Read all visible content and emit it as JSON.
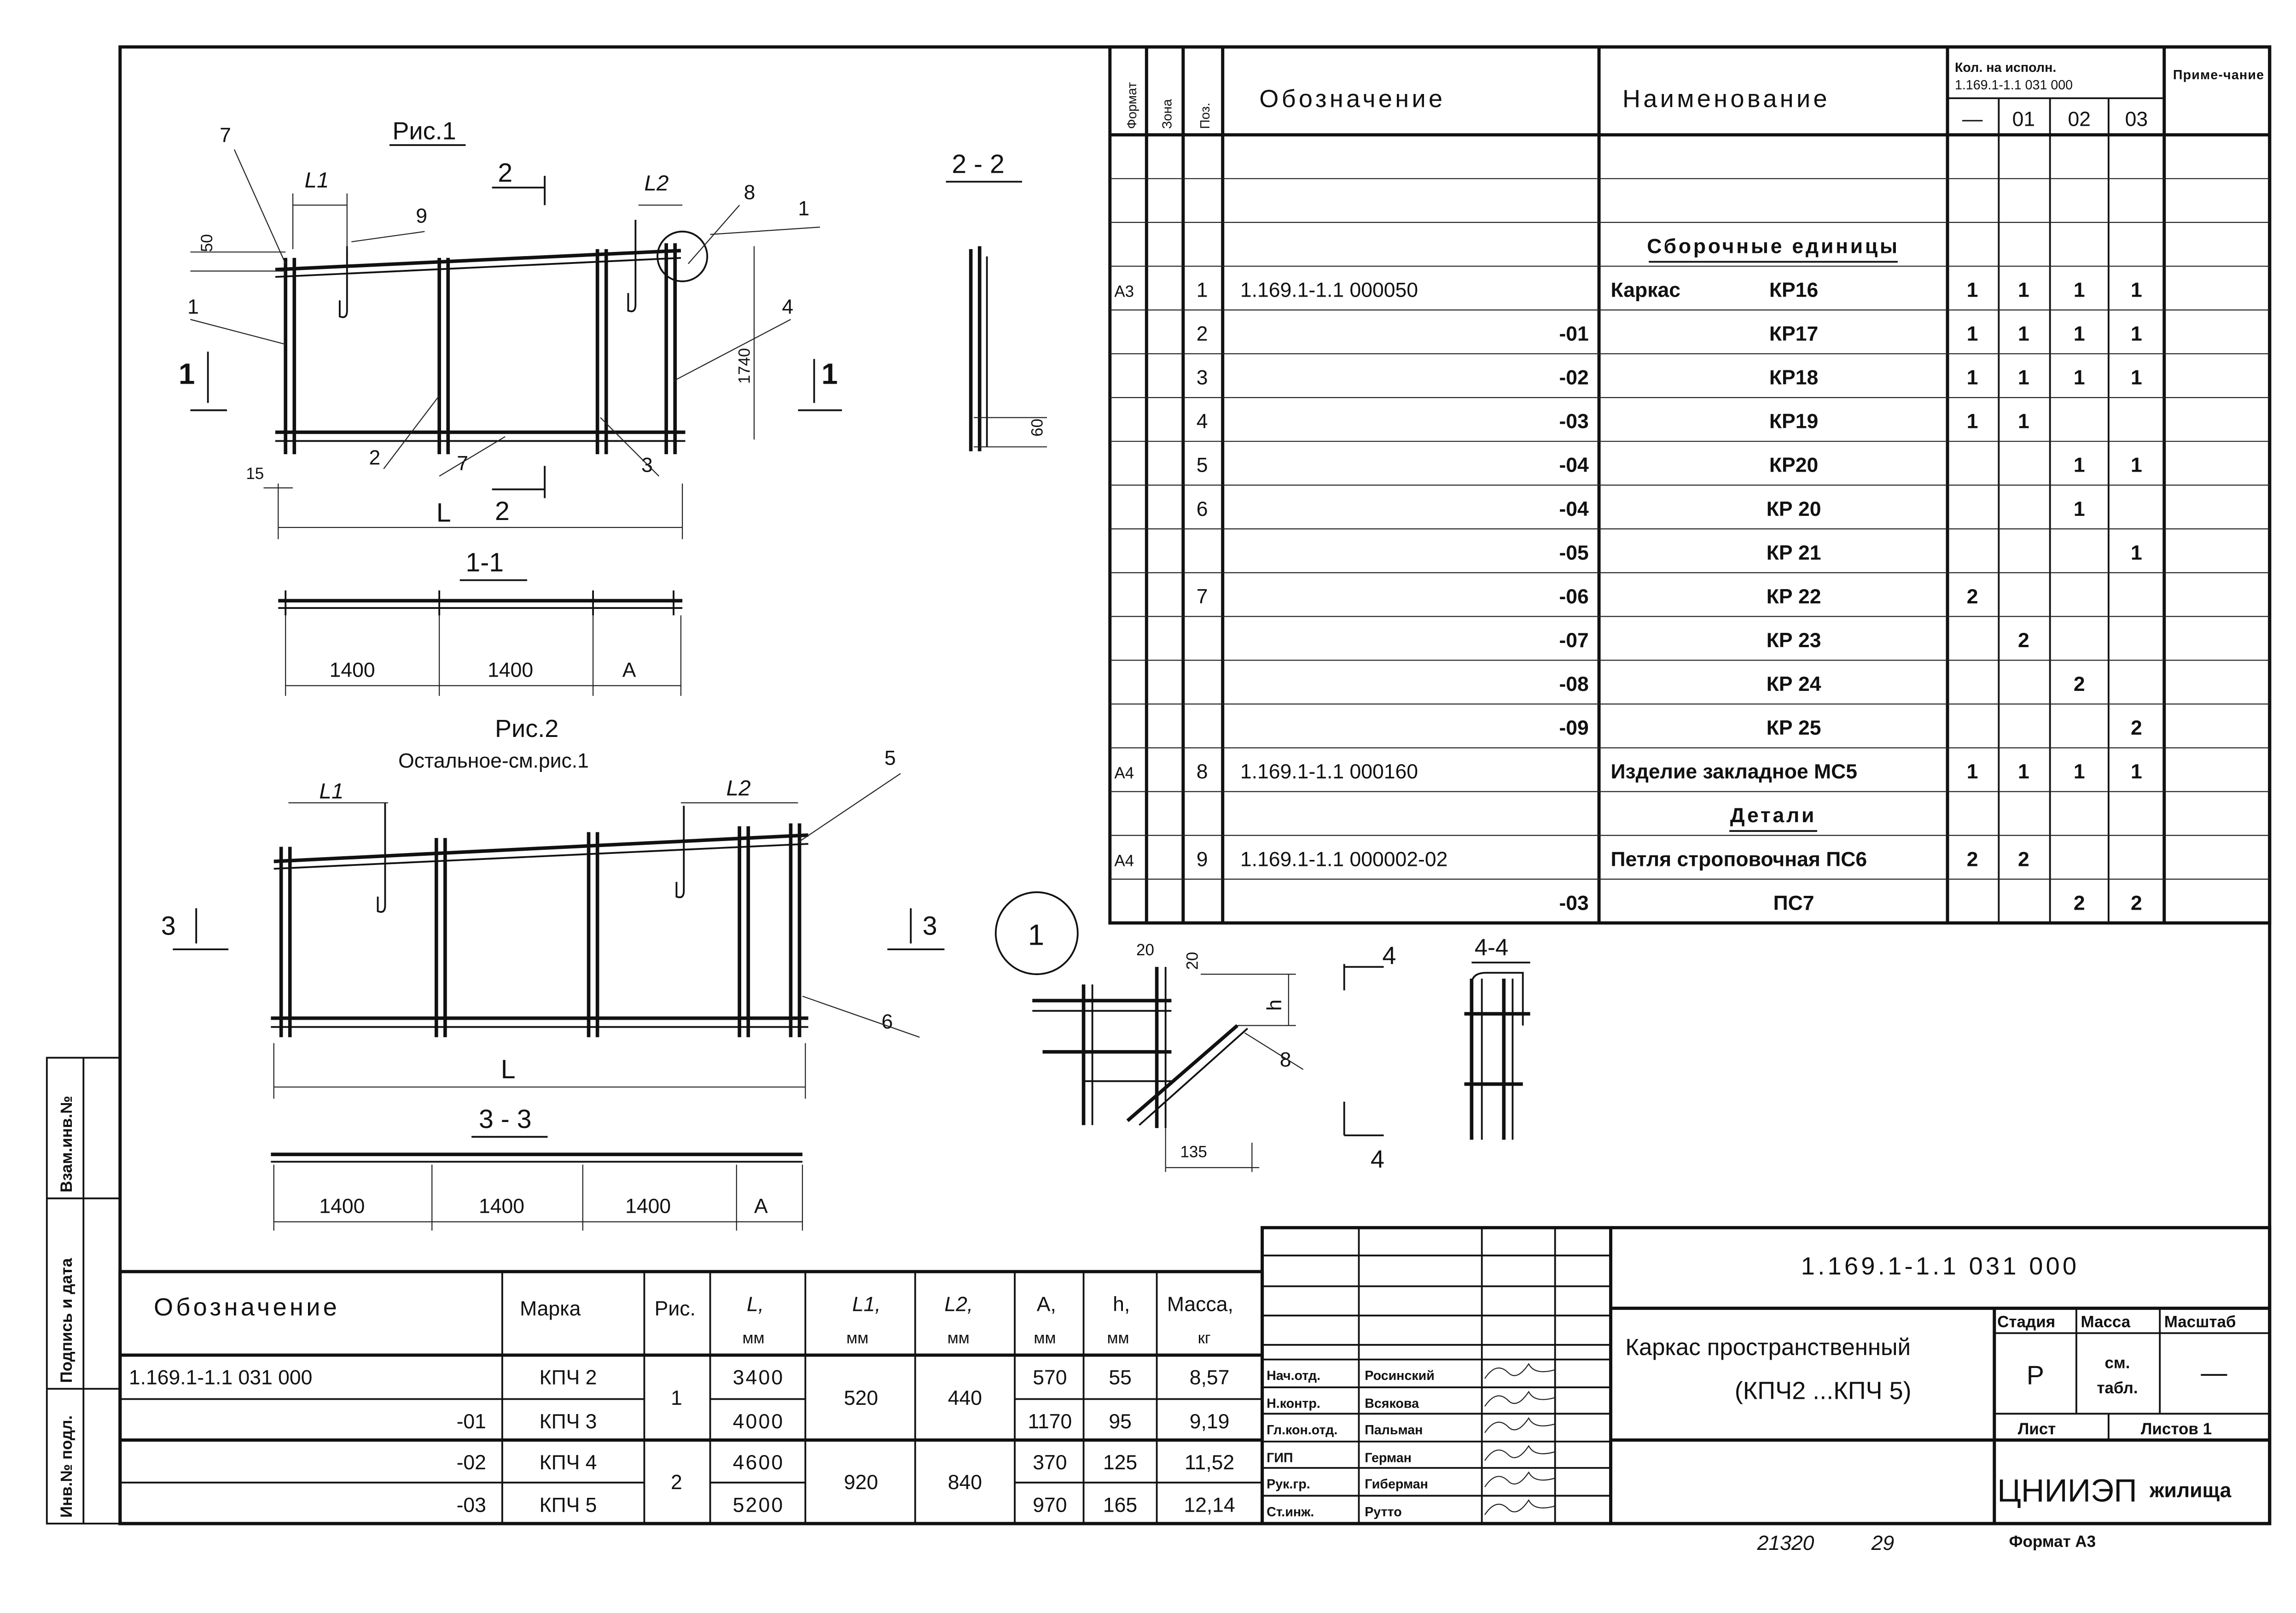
{
  "left_strip": {
    "inv_podl": "Инв.№ подл.",
    "podpis_data": "Подпись и дата",
    "vzam_inv": "Взам.инв.№"
  },
  "spec": {
    "headers": {
      "format": "Формат",
      "zone": "Зона",
      "pos": "Поз.",
      "designation": "Обозначение",
      "name": "Наименование",
      "qty_title": "Кол. на исполн.",
      "qty_doc": "1.169.1-1.1 031 000",
      "qty_cols": [
        "—",
        "01",
        "02",
        "03"
      ],
      "note": "Приме-чание"
    },
    "rows": [
      {
        "type": "empty"
      },
      {
        "type": "empty"
      },
      {
        "type": "section",
        "name": "Сборочные единицы"
      },
      {
        "format": "А3",
        "pos": "1",
        "designation": "1.169.1-1.1 000050",
        "name": "Каркас",
        "mark": "КР16",
        "counts": [
          "1",
          "1",
          "1",
          "1"
        ]
      },
      {
        "pos": "2",
        "designation": "-01",
        "mark": "КР17",
        "counts": [
          "1",
          "1",
          "1",
          "1"
        ]
      },
      {
        "pos": "3",
        "designation": "-02",
        "mark": "КР18",
        "counts": [
          "1",
          "1",
          "1",
          "1"
        ]
      },
      {
        "pos": "4",
        "designation": "-03",
        "mark": "КР19",
        "counts": [
          "1",
          "1",
          "",
          ""
        ]
      },
      {
        "pos": "5",
        "designation": "-04",
        "mark": "КР20",
        "counts": [
          "",
          "",
          "1",
          "1"
        ]
      },
      {
        "pos": "6",
        "designation": "-04",
        "mark": "КР 20",
        "counts": [
          "",
          "",
          "1",
          ""
        ]
      },
      {
        "designation": "-05",
        "mark": "КР 21",
        "counts": [
          "",
          "",
          "",
          "1"
        ]
      },
      {
        "pos": "7",
        "designation": "-06",
        "mark": "КР 22",
        "counts": [
          "2",
          "",
          "",
          ""
        ]
      },
      {
        "designation": "-07",
        "mark": "КР 23",
        "counts": [
          "",
          "2",
          "",
          ""
        ]
      },
      {
        "designation": "-08",
        "mark": "КР 24",
        "counts": [
          "",
          "",
          "2",
          ""
        ]
      },
      {
        "designation": "-09",
        "mark": "КР 25",
        "counts": [
          "",
          "",
          "",
          "2"
        ]
      },
      {
        "format": "А4",
        "pos": "8",
        "designation": "1.169.1-1.1 000160",
        "name": "Изделие закладное МС5",
        "counts": [
          "1",
          "1",
          "1",
          "1"
        ]
      },
      {
        "type": "section",
        "name": "Детали"
      },
      {
        "format": "А4",
        "pos": "9",
        "designation": "1.169.1-1.1 000002-02",
        "name": "Петля строповочная ПС6",
        "counts": [
          "2",
          "2",
          "",
          ""
        ]
      },
      {
        "designation": "-03",
        "mark": "ПС7",
        "counts": [
          "",
          "",
          "2",
          "2"
        ]
      }
    ]
  },
  "variants": {
    "headers": {
      "designation": "Обозначение",
      "mark": "Марка",
      "fig": "Рис.",
      "L": "L,",
      "L1": "L1,",
      "L2": "L2,",
      "A": "A,",
      "h": "h,",
      "mass": "Масса,",
      "mm": "мм",
      "kg": "кг"
    },
    "groups": [
      {
        "fig": "1",
        "L1": "520",
        "L2": "440",
        "rows": [
          {
            "designation": "1.169.1-1.1 031 000",
            "mark": "КПЧ 2",
            "L": "3400",
            "A": "570",
            "h": "55",
            "mass": "8,57"
          },
          {
            "designation": "-01",
            "mark": "КПЧ 3",
            "L": "4000",
            "A": "1170",
            "h": "95",
            "mass": "9,19"
          }
        ]
      },
      {
        "fig": "2",
        "L1": "920",
        "L2": "840",
        "rows": [
          {
            "designation": "-02",
            "mark": "КПЧ 4",
            "L": "4600",
            "A": "370",
            "h": "125",
            "mass": "11,52"
          },
          {
            "designation": "-03",
            "mark": "КПЧ 5",
            "L": "5200",
            "A": "970",
            "h": "165",
            "mass": "12,14"
          }
        ]
      }
    ]
  },
  "title_block": {
    "signatures": [
      {
        "role": "Нач.отд.",
        "name": "Росинский"
      },
      {
        "role": "Н.контр.",
        "name": "Всякова"
      },
      {
        "role": "Гл.кон.отд.",
        "name": "Пальман"
      },
      {
        "role": "ГИП",
        "name": "Герман"
      },
      {
        "role": "Рук.гр.",
        "name": "Гиберман"
      },
      {
        "role": "Ст.инж.",
        "name": "Рутто"
      }
    ],
    "doc_code": "1.169.1-1.1 031 000",
    "title_line1": "Каркас пространственный",
    "title_line2": "(КПЧ2 ...КПЧ 5)",
    "stage_label": "Стадия",
    "mass_label": "Масса",
    "scale_label": "Масштаб",
    "stage": "Р",
    "mass_line1": "см.",
    "mass_line2": "табл.",
    "scale": "—",
    "sheet_label": "Лист",
    "sheets_label": "Листов 1",
    "org_main": "ЦНИИЭП",
    "org_sub": "жилища"
  },
  "footer": {
    "inventory": "21320",
    "number": "29",
    "format": "Формат А3"
  },
  "drawings": {
    "fig1": "Рис.1",
    "fig2": "Рис.2",
    "fig2_note": "Остальное-см.рис.1",
    "sec22": "2 - 2",
    "sec11": "1-1",
    "sec33": "3 - 3",
    "sec44": "4-4",
    "node1": "1",
    "L": "L",
    "L1": "L1",
    "L2": "L2",
    "A": "A",
    "h": "h",
    "d1400": "1400",
    "d50": "50",
    "d15": "15",
    "d1740": "1740",
    "d60": "60",
    "d20": "20",
    "d135": "135",
    "p1": "1",
    "p2": "2",
    "p3": "3",
    "p4": "4",
    "p5": "5",
    "p6": "6",
    "p7": "7",
    "p8": "8",
    "p9": "9"
  }
}
